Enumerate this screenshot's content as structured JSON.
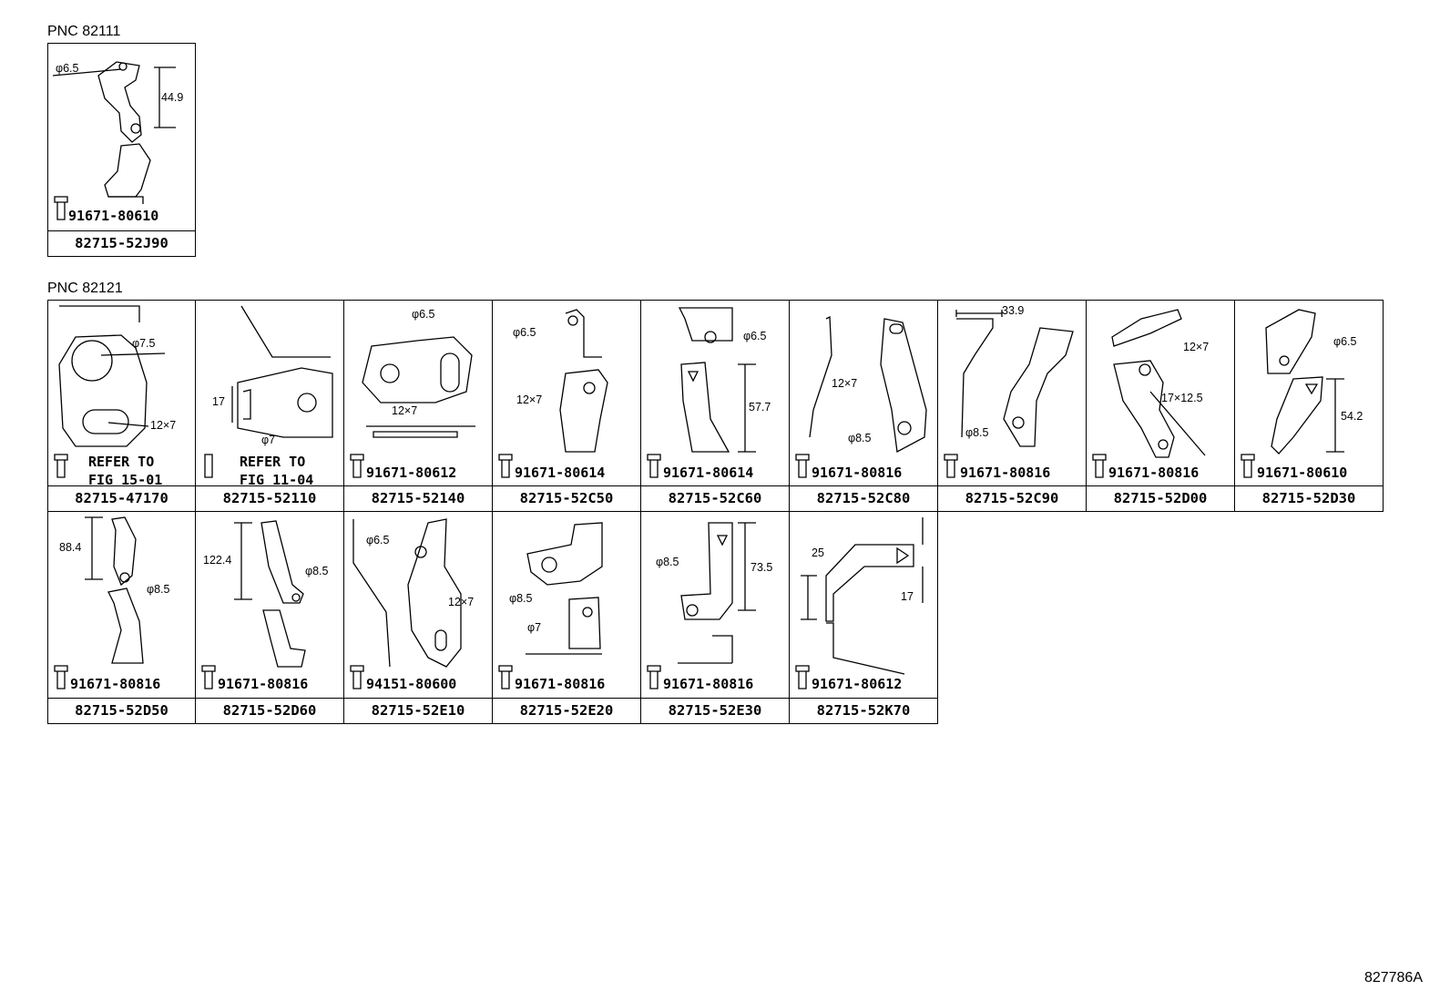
{
  "sections": [
    {
      "pnc": "PNC 82111",
      "items": [
        {
          "part": "82715-52J90",
          "bolt": "91671-80610",
          "dims": [
            "φ6.5",
            "44.9"
          ],
          "refer": []
        }
      ]
    },
    {
      "pnc": "PNC 82121",
      "items": [
        {
          "part": "82715-47170",
          "bolt": "",
          "dims": [
            "φ7.5",
            "12×7"
          ],
          "refer": [
            "REFER TO",
            "FIG 15-01"
          ]
        },
        {
          "part": "82715-52110",
          "bolt": "",
          "dims": [
            "17",
            "φ7"
          ],
          "refer": [
            "REFER TO",
            "FIG 11-04"
          ]
        },
        {
          "part": "82715-52140",
          "bolt": "91671-80612",
          "dims": [
            "φ6.5",
            "12×7"
          ],
          "refer": []
        },
        {
          "part": "82715-52C50",
          "bolt": "91671-80614",
          "dims": [
            "φ6.5",
            "12×7"
          ],
          "refer": []
        },
        {
          "part": "82715-52C60",
          "bolt": "91671-80614",
          "dims": [
            "φ6.5",
            "57.7"
          ],
          "refer": []
        },
        {
          "part": "82715-52C80",
          "bolt": "91671-80816",
          "dims": [
            "12×7",
            "φ8.5"
          ],
          "refer": []
        },
        {
          "part": "82715-52C90",
          "bolt": "91671-80816",
          "dims": [
            "33.9",
            "φ8.5"
          ],
          "refer": []
        },
        {
          "part": "82715-52D00",
          "bolt": "91671-80816",
          "dims": [
            "12×7",
            "17×12.5"
          ],
          "refer": []
        },
        {
          "part": "82715-52D30",
          "bolt": "91671-80610",
          "dims": [
            "φ6.5",
            "54.2"
          ],
          "refer": []
        },
        {
          "part": "82715-52D50",
          "bolt": "91671-80816",
          "dims": [
            "88.4",
            "φ8.5"
          ],
          "refer": []
        },
        {
          "part": "82715-52D60",
          "bolt": "91671-80816",
          "dims": [
            "122.4",
            "φ8.5"
          ],
          "refer": []
        },
        {
          "part": "82715-52E10",
          "bolt": "94151-80600",
          "dims": [
            "φ6.5",
            "12×7"
          ],
          "refer": []
        },
        {
          "part": "82715-52E20",
          "bolt": "91671-80816",
          "dims": [
            "φ8.5",
            "φ7"
          ],
          "refer": []
        },
        {
          "part": "82715-52E30",
          "bolt": "91671-80816",
          "dims": [
            "φ8.5",
            "73.5"
          ],
          "refer": []
        },
        {
          "part": "82715-52K70",
          "bolt": "91671-80612",
          "dims": [
            "25",
            "17"
          ],
          "refer": []
        }
      ]
    }
  ],
  "figure_id": "827786A"
}
